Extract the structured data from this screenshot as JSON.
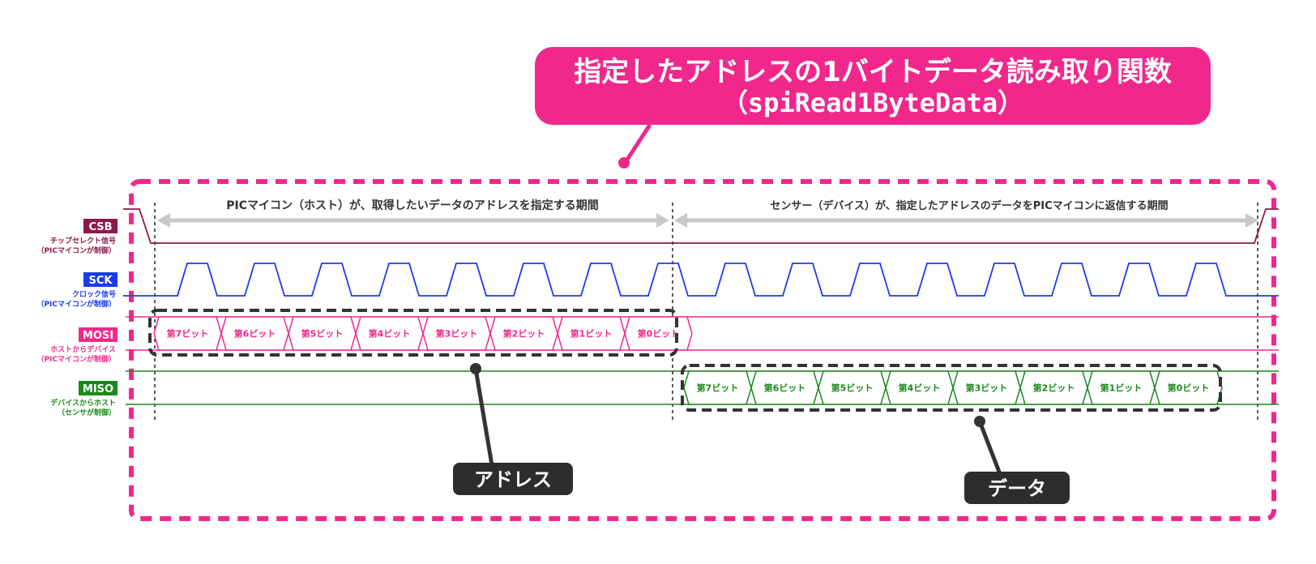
{
  "title": {
    "line1": "指定したアドレスの1バイトデータ読み取り関数",
    "line2": "（spiRead1ByteData）"
  },
  "periods": {
    "address": "PICマイコン（ホスト）が、取得したいデータのアドレスを指定する期間",
    "data": "センサー（デバイス）が、指定したアドレスのデータをPICマイコンに返信する期間"
  },
  "signals": {
    "csb": {
      "tag": "CSB",
      "line1": "チップセレクト信号",
      "line2": "（PICマイコンが制御）",
      "color": "#8a1a4a"
    },
    "sck": {
      "tag": "SCK",
      "line1": "クロック信号",
      "line2": "（PICマイコンが制御）",
      "color": "#1a3cf0"
    },
    "mosi": {
      "tag": "MOSI",
      "line1": "ホストからデバイス",
      "line2": "（PICマイコンが制御）",
      "color": "#f0288c"
    },
    "miso": {
      "tag": "MISO",
      "line1": "デバイスからホスト",
      "line2": "（センサが制御）",
      "color": "#1a8a1a"
    }
  },
  "mosi_bits": [
    "第7ビット",
    "第6ビット",
    "第5ビット",
    "第4ビット",
    "第3ビット",
    "第2ビット",
    "第1ビット",
    "第0ビット"
  ],
  "miso_bits": [
    "第7ビット",
    "第6ビット",
    "第5ビット",
    "第4ビット",
    "第3ビット",
    "第2ビット",
    "第1ビット",
    "第0ビット"
  ],
  "callouts": {
    "address": "アドレス",
    "data": "データ"
  },
  "colors": {
    "accent": "#f0288c",
    "callout_bg": "#2d2d2d",
    "arrow_gray": "#c8c8c8"
  }
}
